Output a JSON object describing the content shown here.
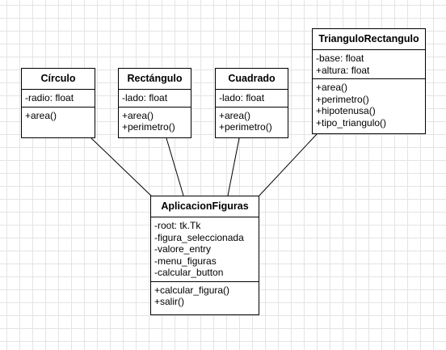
{
  "diagram": {
    "colors": {
      "stroke": "#000000",
      "fill": "#ffffff",
      "grid": "#e4e4e4"
    },
    "classes": [
      {
        "id": "circulo",
        "name": "Círculo",
        "attributes": [
          "-radio: float"
        ],
        "methods": [
          "+area()"
        ]
      },
      {
        "id": "rectangulo",
        "name": "Rectángulo",
        "attributes": [
          "-lado: float"
        ],
        "methods": [
          "+area()",
          "+perimetro()"
        ]
      },
      {
        "id": "cuadrado",
        "name": "Cuadrado",
        "attributes": [
          "-lado: float"
        ],
        "methods": [
          "+area()",
          "+perimetro()"
        ]
      },
      {
        "id": "triangulo-rectangulo",
        "name": "TrianguloRectangulo",
        "attributes": [
          "-base: float",
          "+altura: float"
        ],
        "methods": [
          "+area()",
          "+perimetro()",
          "+hipotenusa()",
          "+tipo_triangulo()"
        ]
      },
      {
        "id": "aplicacion-figuras",
        "name": "AplicacionFiguras",
        "attributes": [
          "-root: tk.Tk",
          "-figura_seleccionada",
          "-valore_entry",
          "-menu_figuras",
          "-calcular_button"
        ],
        "methods": [
          "+calcular_figura()",
          "+salir()"
        ]
      }
    ],
    "associations": [
      {
        "from": "circulo",
        "to": "aplicacion-figuras"
      },
      {
        "from": "rectangulo",
        "to": "aplicacion-figuras"
      },
      {
        "from": "cuadrado",
        "to": "aplicacion-figuras"
      },
      {
        "from": "triangulo-rectangulo",
        "to": "aplicacion-figuras"
      }
    ]
  }
}
